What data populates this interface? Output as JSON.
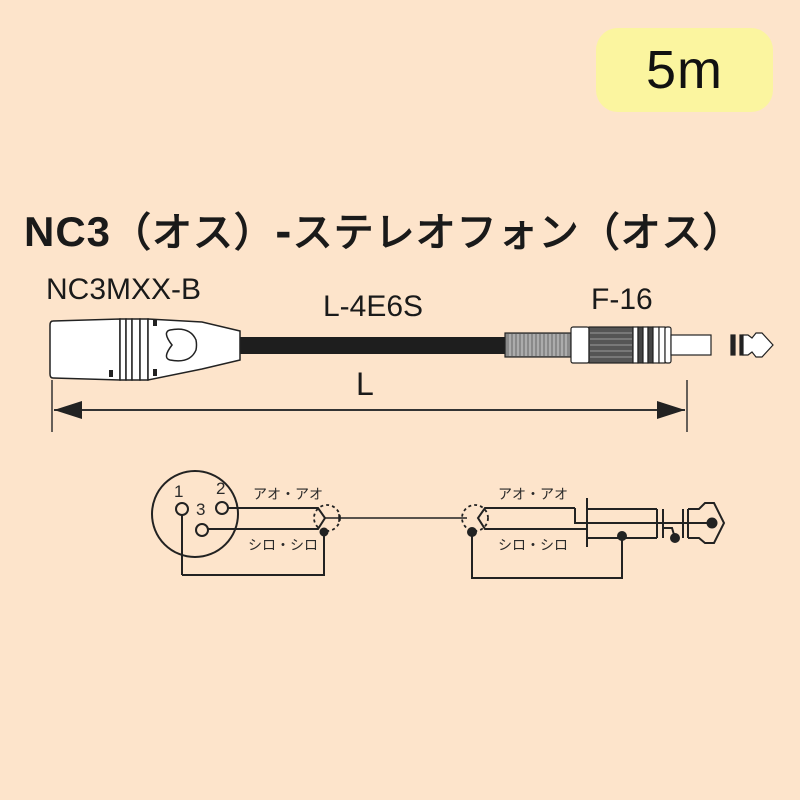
{
  "badge": {
    "length": "5m"
  },
  "title": {
    "model": "NC3",
    "text": "（オス）-ステレオフォン（オス）"
  },
  "parts": {
    "left_connector": "NC3MXX-B",
    "cable": "L-4E6S",
    "right_connector": "F-16",
    "length_label": "L"
  },
  "wiring": {
    "pins": [
      "1",
      "2",
      "3"
    ],
    "hot_wire_left": "アオ・アオ",
    "cold_wire_left": "シロ・シロ",
    "hot_wire_right": "アオ・アオ",
    "cold_wire_right": "シロ・シロ"
  },
  "colors": {
    "background": "#fde4cb",
    "badge": "#fbf59f",
    "line": "#222222"
  }
}
